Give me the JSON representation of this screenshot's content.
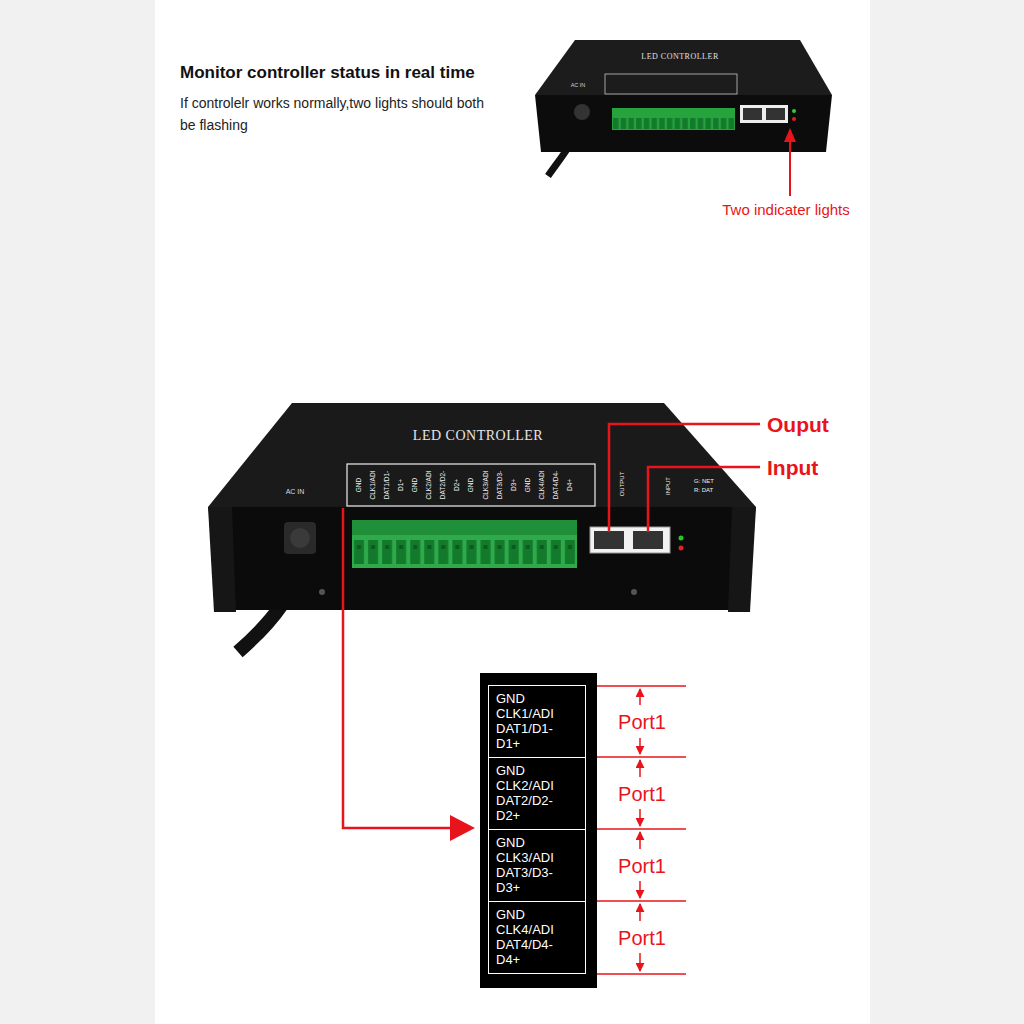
{
  "diagram": {
    "title": "Monitor controller status in real time",
    "nodes": [
      {
        "text": [
          "GND CLK1/ADI DAT1/D1- D1+"
        ]
      },
      {
        "text": [
          "GND CLK2/ADI DAT2/D2- D2+"
        ]
      },
      {
        "text": [
          "GND CLK3/ADI DAT3/D3- D3+"
        ]
      },
      {
        "text": [
          "GND CLK4/ADI DAT4/D4- D4+"
        ]
      }
    ],
    "labels": [
      "If controlelr works normally,two lights should both be flashing",
      "LED CONTROLLER",
      "AC IN",
      "Two indicater lights",
      "LED CONTROLLER",
      "AC IN",
      "GND",
      "CLK1/ADI",
      "DAT1/D1-",
      "D1+",
      "GND",
      "CLK2/ADI",
      "DAT2/D2-",
      "D2+",
      "GND",
      "CLK3/ADI",
      "DAT3/D3-",
      "D3+",
      "GND",
      "CLK4/ADI",
      "DAT4/D4-",
      "D4+",
      "OUTPUT",
      "INPUT",
      "G: NET",
      "R: DAT",
      "Ouput",
      "Input",
      "Port1",
      "Port1",
      "Port1",
      "Port1"
    ]
  }
}
